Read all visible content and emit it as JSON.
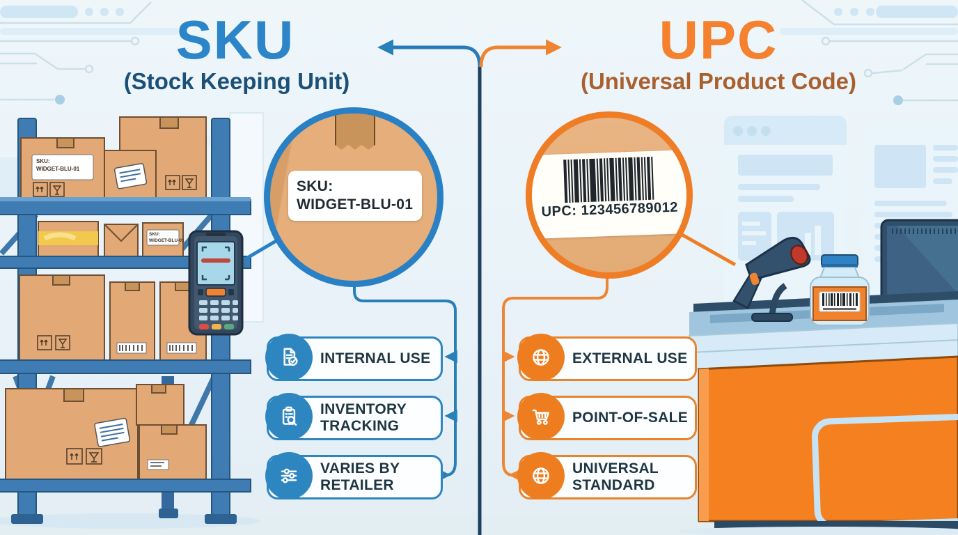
{
  "infographic": {
    "left": {
      "title": "SKU",
      "subtitle": "(Stock Keeping Unit)",
      "magnifier": {
        "label_line1": "SKU:",
        "label_line2": "WIDGET-BLU-01"
      },
      "features": [
        {
          "label": "INTERNAL USE",
          "icon": "document-check-icon"
        },
        {
          "label": "INVENTORY TRACKING",
          "icon": "clipboard-search-icon"
        },
        {
          "label": "VARIES BY RETAILER",
          "icon": "sliders-icon"
        }
      ],
      "colors": {
        "title": "#2b85c8",
        "subtitle": "#1d5077",
        "accent": "#2980b9",
        "icon_circle": "#2e86c1"
      }
    },
    "right": {
      "title": "UPC",
      "subtitle": "(Universal Product Code)",
      "magnifier": {
        "label": "UPC: 123456789012"
      },
      "features": [
        {
          "label": "EXTERNAL USE",
          "icon": "globe-icon"
        },
        {
          "label": "POINT-OF-SALE",
          "icon": "cart-icon"
        },
        {
          "label": "UNIVERSAL STANDARD",
          "icon": "globe-icon"
        }
      ],
      "colors": {
        "title": "#f5812e",
        "subtitle": "#a9602f",
        "accent": "#ef8432",
        "icon_circle": "#ee7d1f"
      }
    },
    "scene": {
      "box_label_line1": "SKU:",
      "box_label_line2": "WIDGET-BLU-01",
      "divider_color": "#1e405f"
    }
  }
}
